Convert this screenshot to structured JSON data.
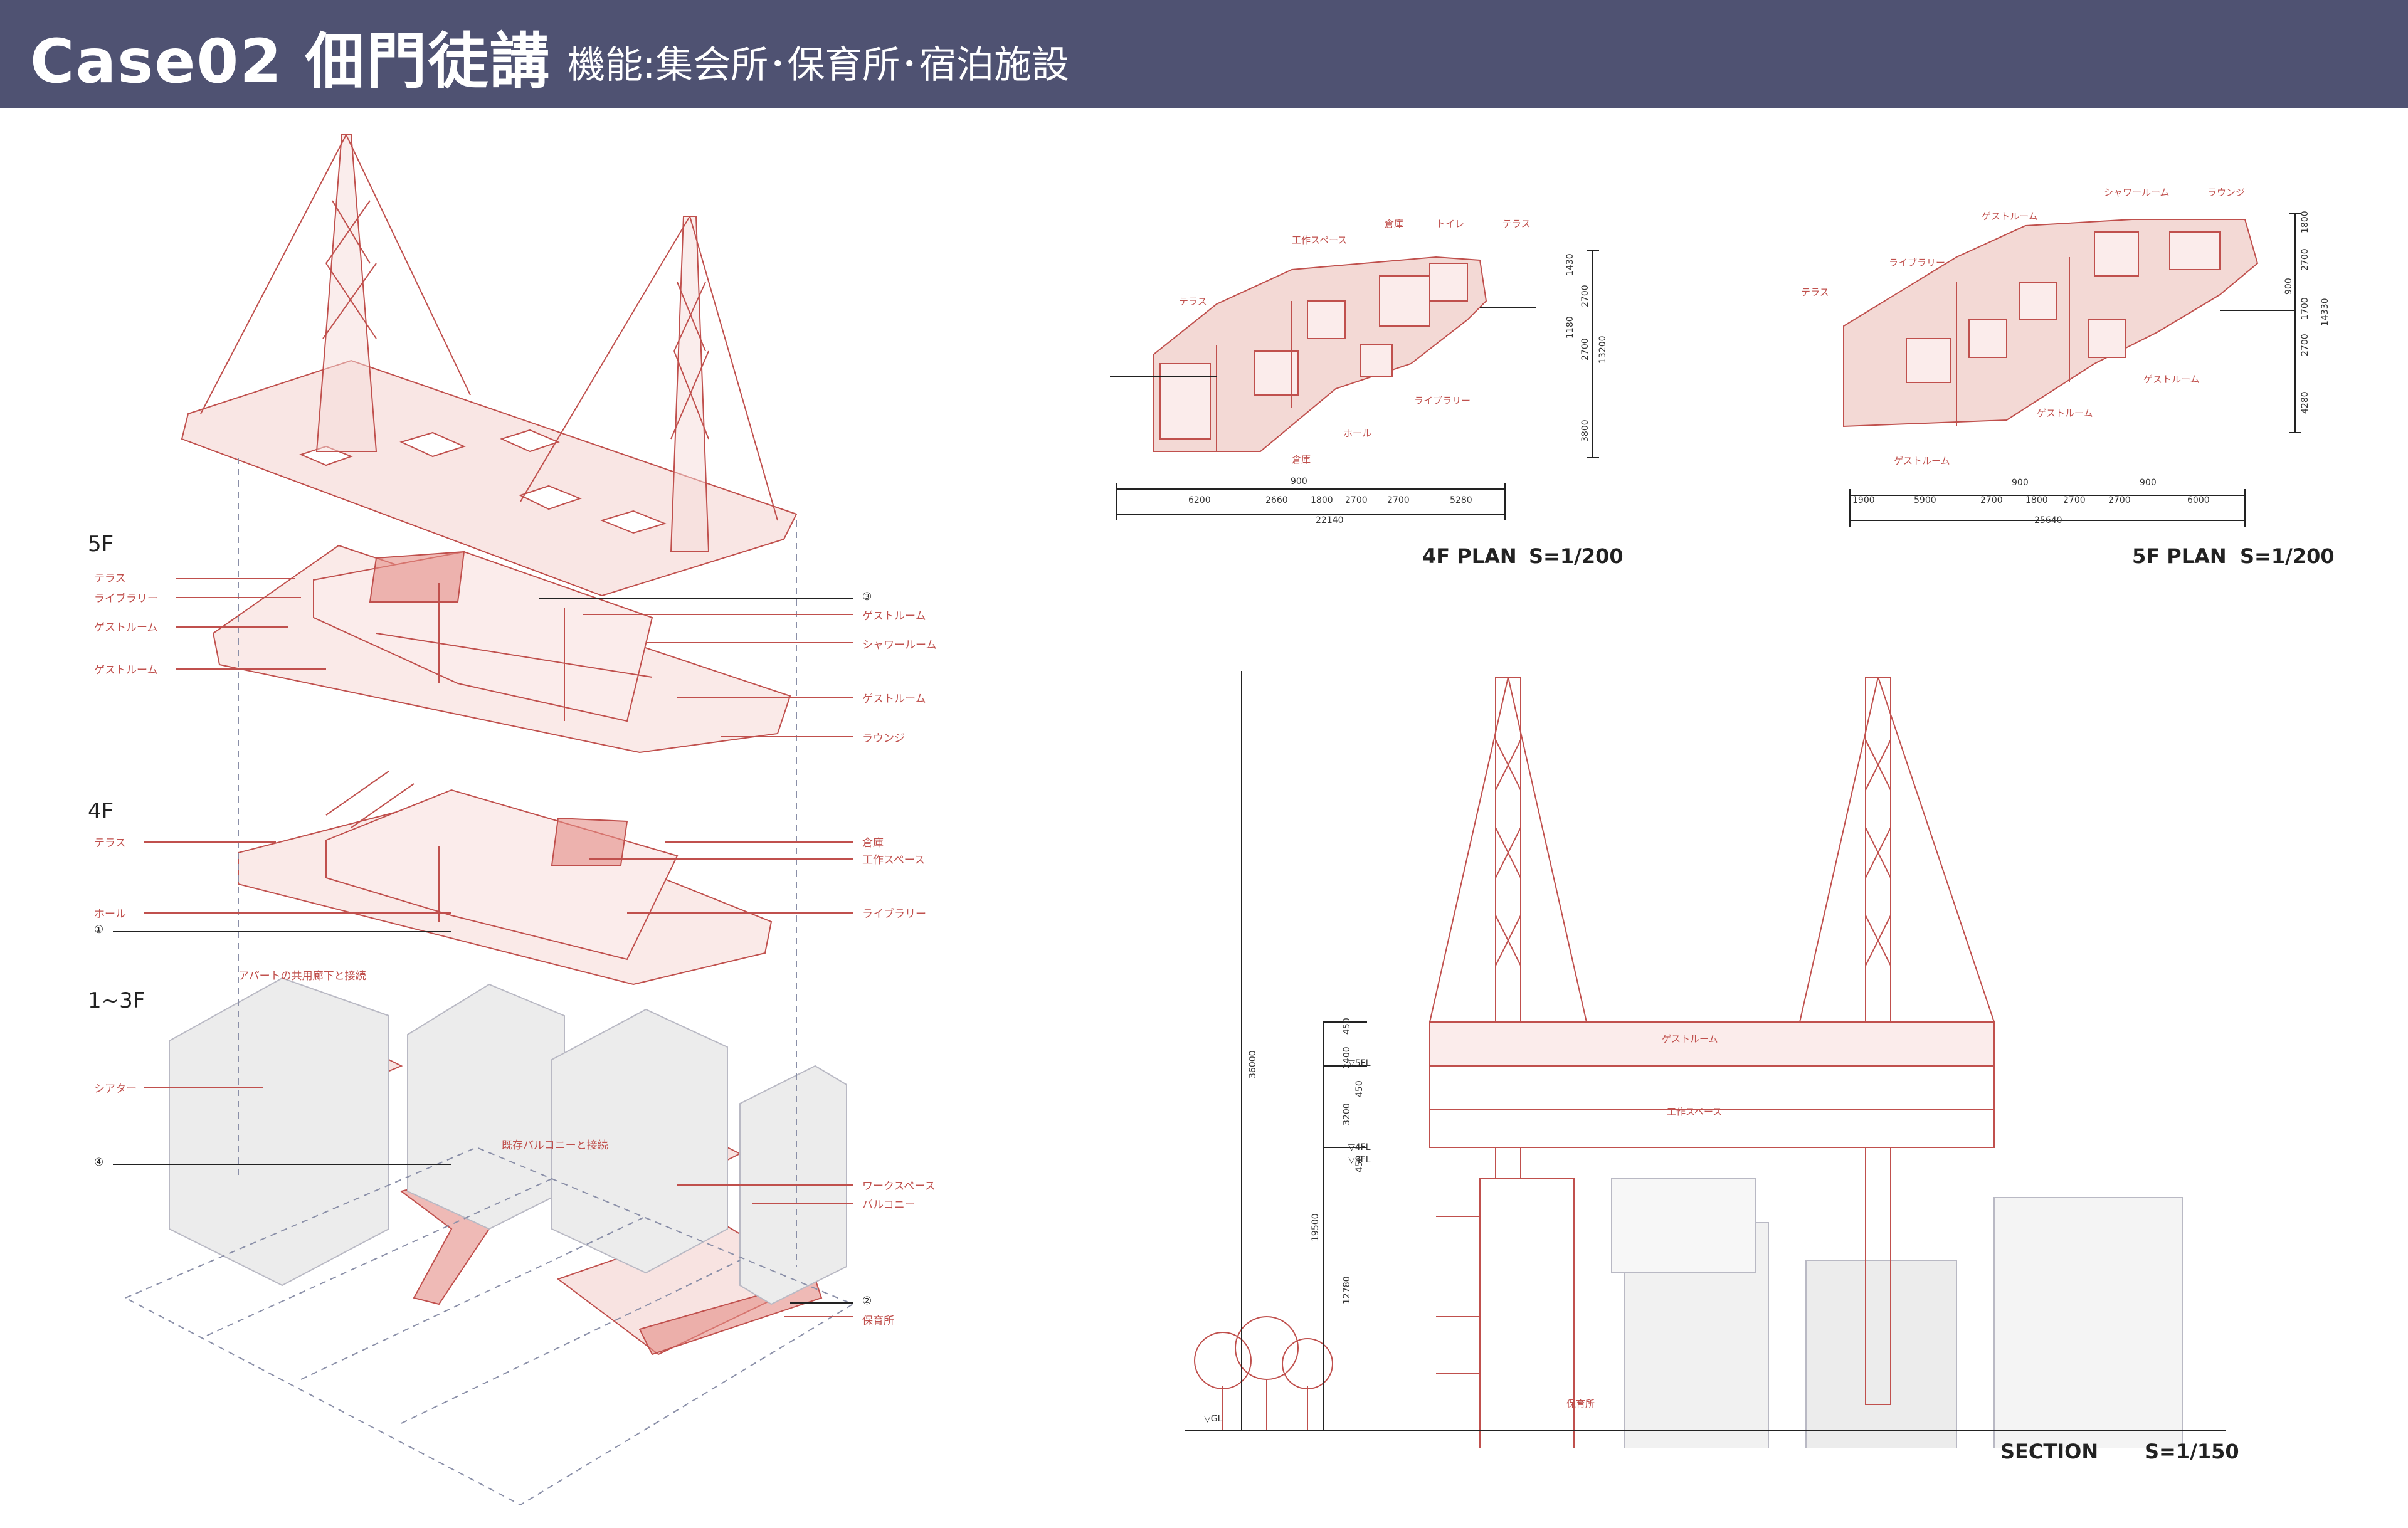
{
  "header": {
    "title": "Case02 佃門徒講",
    "subtitle": "機能:集会所･保育所･宿泊施設"
  },
  "colors": {
    "header_bg": "#4f5272",
    "accent": "#c0504d",
    "fill": "#f6dcd9"
  },
  "axon": {
    "floor_5f": "5F",
    "floor_4f": "4F",
    "floor_13f": "1~3F",
    "labels_5f_left": [
      "テラス",
      "ライブラリー",
      "ゲストルーム",
      "ゲストルーム"
    ],
    "labels_5f_right": [
      "③",
      "ゲストルーム",
      "シャワールーム",
      "ゲストルーム",
      "ラウンジ"
    ],
    "labels_4f_left": [
      "テラス",
      "ホール",
      "①"
    ],
    "labels_4f_right": [
      "倉庫",
      "工作スペース",
      "ライブラリー"
    ],
    "labels_13f_left": [
      "シアター",
      "④"
    ],
    "labels_13f_right": [
      "ワークスペース",
      "バルコニー",
      "②",
      "保育所"
    ],
    "note_apartment": "アパートの共用廊下と接続",
    "note_balcony": "既存バルコニーと接続"
  },
  "plan4f": {
    "caption_title": "4F PLAN",
    "caption_scale": "S=1/200",
    "rooms": [
      "倉庫",
      "トイレ",
      "テラス",
      "工作スペース",
      "テラス",
      "ライブラリー",
      "ホール",
      "倉庫"
    ],
    "dims_top": "900",
    "dims_row": [
      "6200",
      "2660",
      "1800",
      "2700",
      "2700",
      "5280"
    ],
    "dims_total": "22140",
    "vdims": [
      "1430",
      "2700",
      "1180",
      "2700",
      "13200",
      "3800"
    ]
  },
  "plan5f": {
    "caption_title": "5F PLAN",
    "caption_scale": "S=1/200",
    "rooms": [
      "シャワールーム",
      "ラウンジ",
      "ゲストルーム",
      "ライブラリー",
      "テラス",
      "ゲストルーム",
      "ゲストルーム",
      "ゲストルーム"
    ],
    "dims_top": [
      "900",
      "900"
    ],
    "dims_row": [
      "1900",
      "5900",
      "2700",
      "1800",
      "2700",
      "2700",
      "6000"
    ],
    "dims_total": "25640",
    "vdims": [
      "1800",
      "2700",
      "900",
      "1700",
      "2700",
      "14330",
      "4280"
    ]
  },
  "section": {
    "caption_title": "SECTION",
    "caption_scale": "S=1/150",
    "rooms": [
      "ゲストルーム",
      "工作スペース",
      "保育所"
    ],
    "levels": [
      "▽5FL",
      "▽4FL",
      "▽3FL",
      "▽GL"
    ],
    "vdims": [
      "36000",
      "450",
      "2400",
      "450",
      "3200",
      "450",
      "19500",
      "12780"
    ]
  }
}
